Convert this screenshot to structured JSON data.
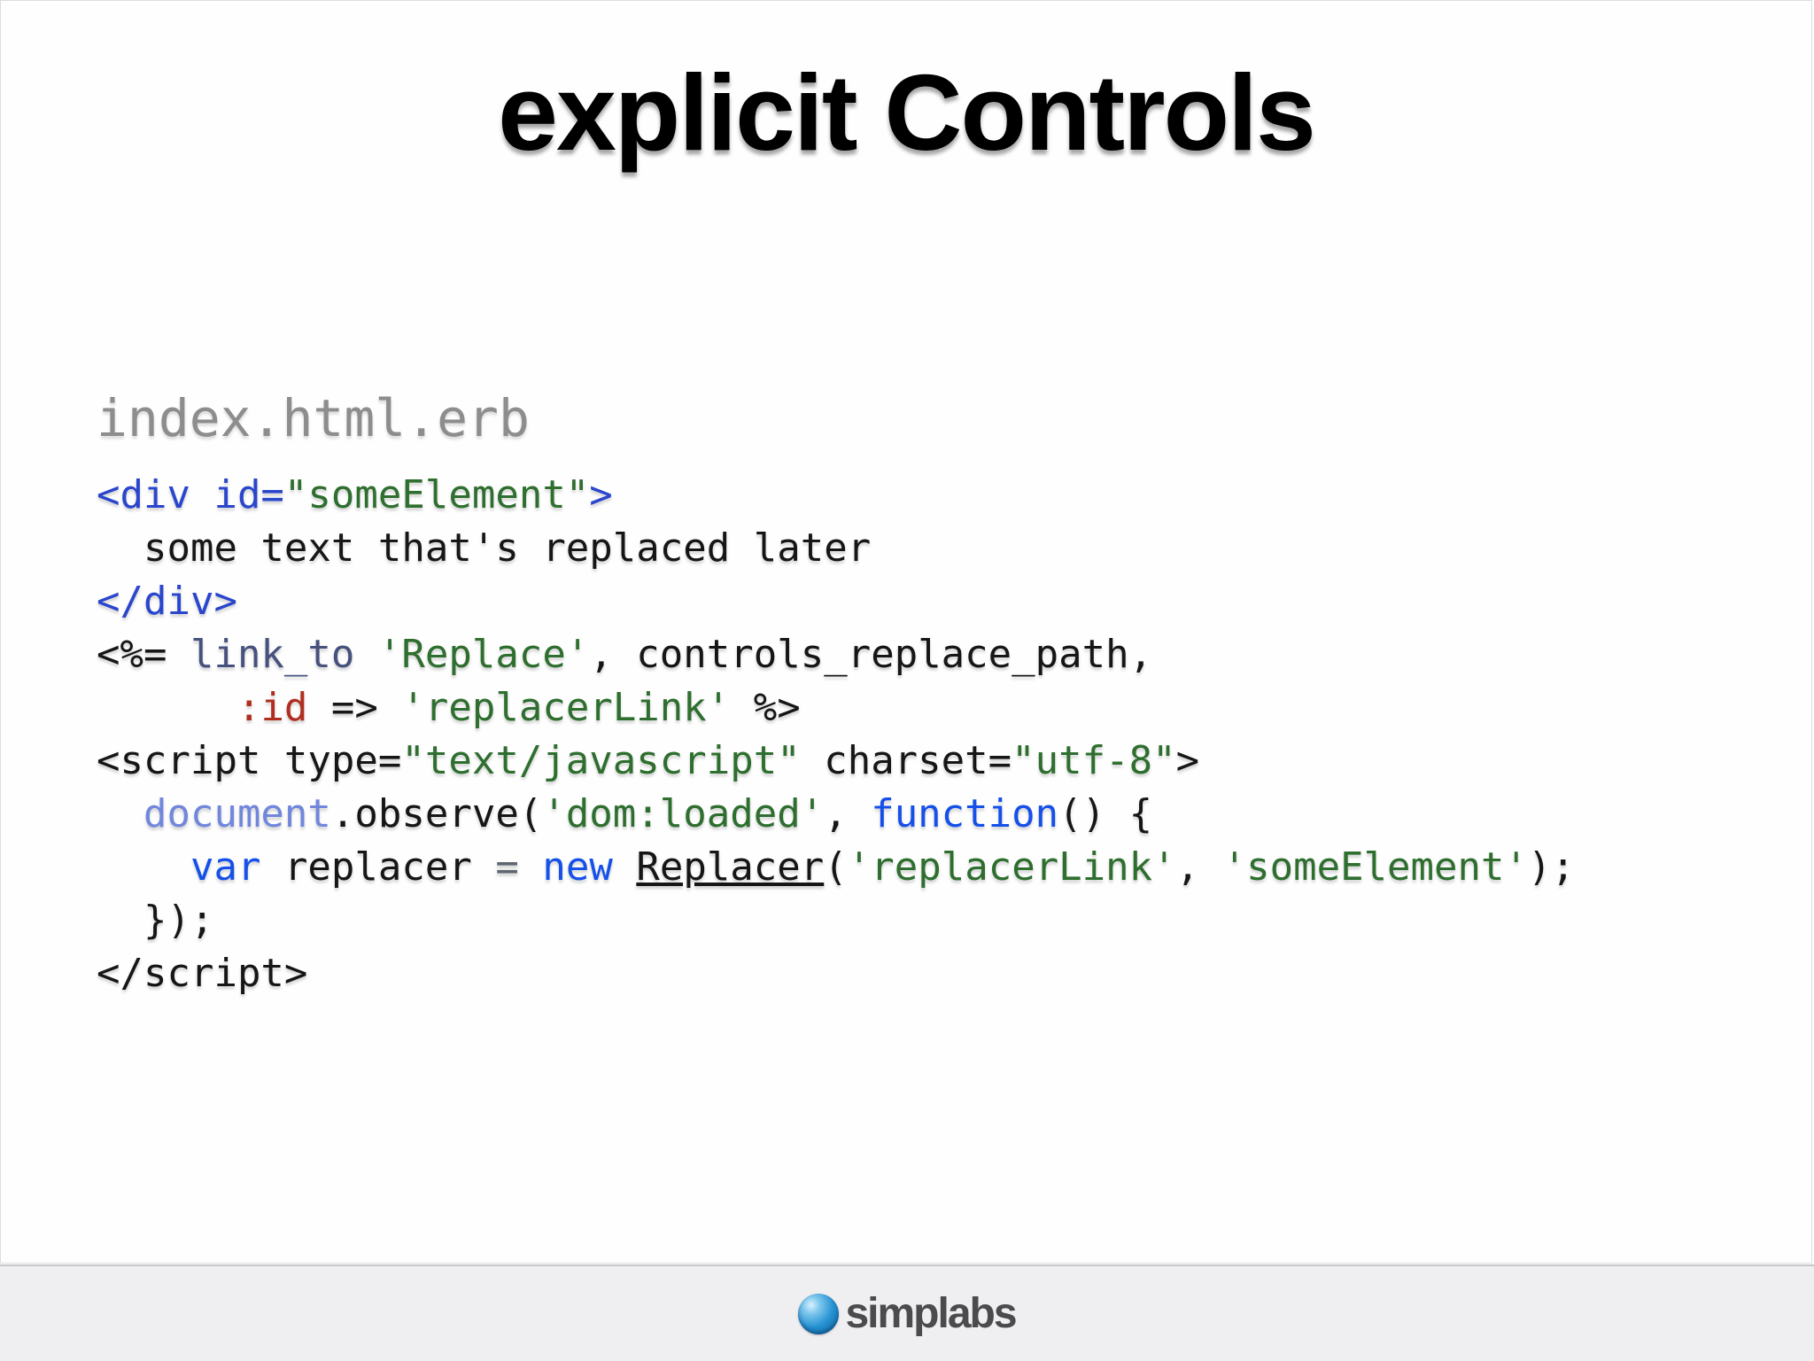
{
  "slide": {
    "title": "explicit Controls",
    "filename": "index.html.erb",
    "syntax_colors": {
      "plain": "#161616",
      "tag": "#2a46cc",
      "string": "#2e6e2f",
      "method": "#46527d",
      "symbol": "#b02e20",
      "builtin": "#7187dc",
      "keyword": "#1550e8",
      "operator": "#5f6770"
    },
    "code_lines": [
      {
        "segments": [
          {
            "text": "<div id=",
            "color": "tag"
          },
          {
            "text": "\"someElement\"",
            "color": "string"
          },
          {
            "text": ">",
            "color": "tag"
          }
        ]
      },
      {
        "segments": [
          {
            "text": "  some text that's replaced later",
            "color": "plain"
          }
        ]
      },
      {
        "segments": [
          {
            "text": "</div>",
            "color": "tag"
          }
        ]
      },
      {
        "segments": [
          {
            "text": "<%= ",
            "color": "plain"
          },
          {
            "text": "link_to",
            "color": "method"
          },
          {
            "text": " ",
            "color": "plain"
          },
          {
            "text": "'Replace'",
            "color": "string"
          },
          {
            "text": ", controls_replace_path,",
            "color": "plain"
          }
        ]
      },
      {
        "segments": [
          {
            "text": "      ",
            "color": "plain"
          },
          {
            "text": ":id",
            "color": "symbol"
          },
          {
            "text": " => ",
            "color": "plain"
          },
          {
            "text": "'replacerLink'",
            "color": "string"
          },
          {
            "text": " %>",
            "color": "plain"
          }
        ]
      },
      {
        "segments": [
          {
            "text": "<script type=",
            "color": "plain"
          },
          {
            "text": "\"text/javascript\"",
            "color": "string"
          },
          {
            "text": " charset=",
            "color": "plain"
          },
          {
            "text": "\"utf-8\"",
            "color": "string"
          },
          {
            "text": ">",
            "color": "plain"
          }
        ]
      },
      {
        "segments": [
          {
            "text": "  ",
            "color": "plain"
          },
          {
            "text": "document",
            "color": "builtin"
          },
          {
            "text": ".observe(",
            "color": "plain"
          },
          {
            "text": "'dom:loaded'",
            "color": "string"
          },
          {
            "text": ", ",
            "color": "plain"
          },
          {
            "text": "function",
            "color": "keyword"
          },
          {
            "text": "() {",
            "color": "plain"
          }
        ]
      },
      {
        "segments": [
          {
            "text": "    ",
            "color": "plain"
          },
          {
            "text": "var",
            "color": "keyword"
          },
          {
            "text": " replacer ",
            "color": "plain"
          },
          {
            "text": "=",
            "color": "operator"
          },
          {
            "text": " ",
            "color": "plain"
          },
          {
            "text": "new",
            "color": "keyword"
          },
          {
            "text": " ",
            "color": "plain"
          },
          {
            "text": "Replacer",
            "color": "plain",
            "underline": true
          },
          {
            "text": "(",
            "color": "plain"
          },
          {
            "text": "'replacerLink'",
            "color": "string"
          },
          {
            "text": ", ",
            "color": "plain"
          },
          {
            "text": "'someElement'",
            "color": "string"
          },
          {
            "text": ");",
            "color": "plain"
          }
        ]
      },
      {
        "segments": [
          {
            "text": "  });",
            "color": "plain"
          }
        ]
      },
      {
        "segments": [
          {
            "text": "</script>",
            "color": "plain"
          }
        ]
      }
    ]
  },
  "footer": {
    "logo_text": "simplabs",
    "logo_circle_color": "#2592d2",
    "logo_text_color": "#4b4b4e",
    "footer_bg_color": "#efeef0"
  }
}
